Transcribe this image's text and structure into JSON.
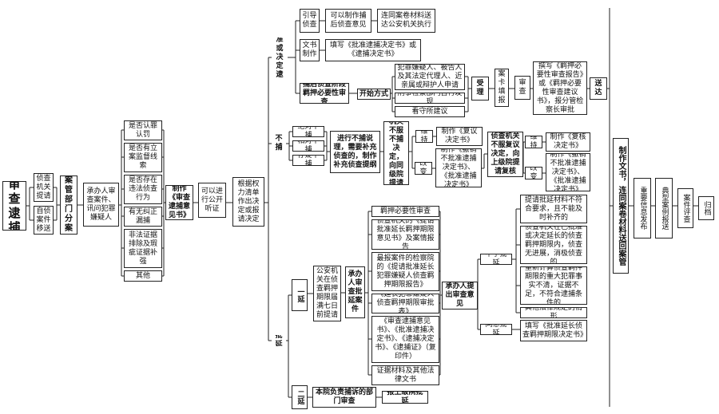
{
  "root": "审查逮捕",
  "intake": [
    "侦查机关提请",
    "自侦案件移送"
  ],
  "dept": "案管部门分案",
  "undertaker": "承办人审查案件、讯问犯罪嫌疑人",
  "checks": [
    "是否认罪认罚",
    "是否有立案监督线索",
    "是否存在违法侦查行为",
    "有无纠正漏捕",
    "非法证据排除及瑕疵证据补强",
    "其他"
  ],
  "opinion": "制作《审查逮捕意见书》",
  "hearing": "可以进行公开听证",
  "decide": "根据权力清单作出决定或报请决定",
  "approve": {
    "label": "批准或决定逮捕",
    "guide": "引导侦查",
    "guide_opinion": "可以制作捕后侦查意见",
    "guide_send": "连同案卷材料送达公安机关执行",
    "doc": "文书制作",
    "doc_fill": "填写《批准逮捕决定书》或《逮捕决定书》",
    "review": "捕后侦查阶段羁押必要性审查",
    "start": "开始方式",
    "starts": [
      "犯罪嫌疑人、被告人及其法定代理人、近亲属或辩护人申请",
      "刑事检察部门自行发现",
      "看守所建议"
    ],
    "accept": "受理",
    "card": "案卡填报",
    "examine": "审查",
    "write": "撰写《羁押必要性审查报告》或《羁押必要性审查建议书》，报分管检察长审批",
    "deliver": "送达"
  },
  "noarrest": {
    "label": "不捕",
    "types": [
      "绝对不捕",
      "相对不捕",
      "存疑不捕"
    ],
    "explain": "进行不捕说理，需要补充侦查的，制作补充侦查提纲",
    "police_review": "侦查机关不服不捕决定，向同级院提请复议",
    "keep": "维持",
    "keep_doc": "制作《复议决定书》",
    "change": "改变",
    "change_doc": "制作《撤销不批准逮捕决定书》、《批准逮捕决定书》",
    "upper_review": "侦查机关不服复议决定，向上级院提请复核",
    "keep2": "维持",
    "keep2_doc": "制作《复核决定书》",
    "change2": "改变",
    "change2_doc": "制作《撤销不批准逮捕决定书》、《批准逮捕决定书》"
  },
  "right": {
    "send": "制作文书，连同案卷材料送回案管",
    "publish": "重要信息发布",
    "report": "典型案例报送",
    "evaluate": "案件评查",
    "archive": "归档"
  },
  "extend": {
    "label": "批延",
    "first": "一延",
    "first_req": "公安机关在侦查羁押期限届满七日前提请",
    "undertaker_review": "承办人审查批延案件",
    "materials": [
      "羁押必要性审查",
      "侦查机关的《提请批准延长羁押期限意见书》及案情报告",
      "最报案件的检察院的《提请批准延长犯罪嫌疑人侦查羁押期限报告》",
      "《延长犯罪嫌疑人侦查羁押期限审批表》",
      "《审查逮捕意见书》、《批准逮捕决定书》、《逮捕决定书》、《逮捕证》（复印件）",
      "证据材料及其他法律文书"
    ],
    "opinion": "承办人提出审查意见",
    "reject": "不予批延",
    "reasons": [
      "提请批延材料不符合要求，且不能及时补齐的",
      "侦查机关在已批准或决定延长的侦查羁押期限内，侦查无进展，消极侦查的",
      "重新计算侦查羁押期限的重大犯罪事实不清，证据不足，不符合逮捕条件的",
      "其他法律规定的情形"
    ],
    "agree": "同意批延",
    "agree_doc": "填写《批准延长侦查羁押期限决定书》",
    "second": "二延",
    "second_org": "本院负责捕诉的部门审查",
    "second_report": "报上级院批延"
  }
}
